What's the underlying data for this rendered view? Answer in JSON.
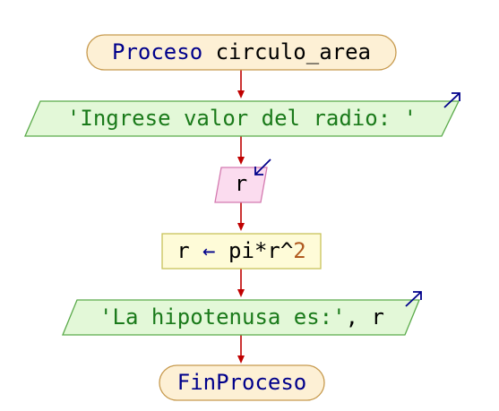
{
  "flowchart": {
    "start": {
      "keyword": "Proceso",
      "name": "circulo_area"
    },
    "output_prompt": {
      "text": "'Ingrese valor del radio: '"
    },
    "input_var": {
      "text": "r"
    },
    "assign": {
      "lhs": "r",
      "arrow": "←",
      "expr": "pi*r^",
      "exponent": "2"
    },
    "output_result": {
      "string": "'La hipotenusa es:'",
      "sep": ",",
      "var": "r"
    },
    "end": {
      "keyword": "FinProceso"
    }
  },
  "colors": {
    "terminal_fill": "#fdf0d5",
    "terminal_stroke": "#c79a4e",
    "io_fill": "#e3f8d8",
    "io_stroke": "#5aaa4a",
    "input_fill": "#fbdcef",
    "input_stroke": "#d47ab0",
    "process_fill": "#fefbd8",
    "process_stroke": "#c8c25a",
    "connector": "#c00000",
    "keyword": "#00008b",
    "string": "#1a7a1a",
    "identifier": "#000000",
    "number": "#b05a20",
    "io_arrow": "#00008b"
  }
}
